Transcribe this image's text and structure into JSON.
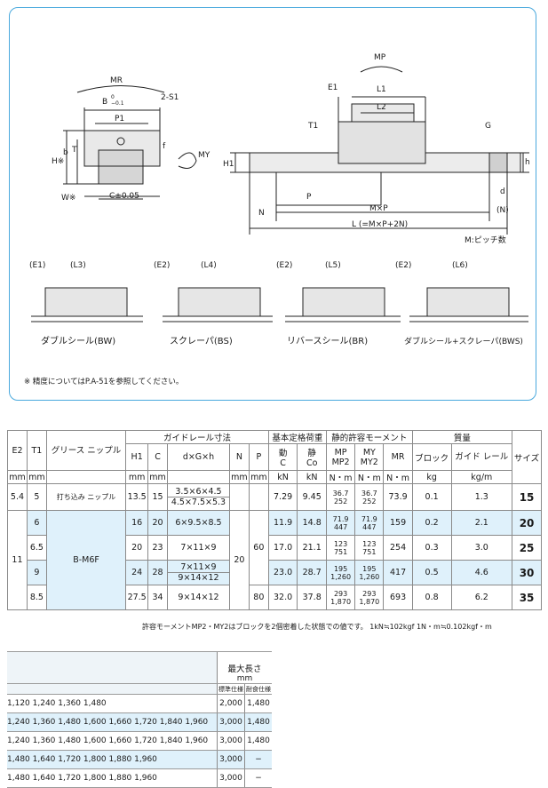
{
  "diagram": {
    "top_labels": {
      "mr": "MR",
      "b": "B",
      "b_tol_top": "0",
      "b_tol_bot": "−0.1",
      "s1": "2-S1",
      "p1": "P1",
      "t": "T",
      "h_star": "H※",
      "bsmall": "b",
      "f": "f",
      "my": "MY",
      "w_star": "W※",
      "c_tol": "C±0.05",
      "mp": "MP",
      "e1": "E1",
      "l1": "L1",
      "l2": "L2",
      "t1": "T1",
      "h1": "H1",
      "g": "G",
      "h": "h",
      "d": "d",
      "n": "N",
      "p": "P",
      "mxp": "M×P",
      "l_formula": "L (=M×P+2N)",
      "n_paren": "(N)",
      "m_pitch": "M:ピッチ数"
    },
    "variants": [
      {
        "e": "(E1)",
        "l": "(L3)",
        "name": "ダブルシール(BW)"
      },
      {
        "e": "(E2)",
        "l": "(L4)",
        "name": "スクレーパ(BS)"
      },
      {
        "e": "(E2)",
        "l": "(L5)",
        "name": "リバースシール(BR)"
      },
      {
        "e": "(E2)",
        "l": "(L6)",
        "name": "ダブルシール+スクレーパ(BWS)"
      }
    ],
    "note": "※ 精度についてはP.A-51を参照してください。"
  },
  "spec_table": {
    "group_rail": "ガイドレール寸法",
    "group_load": "基本定格荷重",
    "group_moment": "静的許容モーメント",
    "group_mass": "質量",
    "col_e2": "E2",
    "col_t1": "T1",
    "col_grease": "グリース ニップル",
    "col_h1": "H1",
    "col_c": "C",
    "col_dgh": "d×G×h",
    "col_n": "N",
    "col_p": "P",
    "col_dyn": "動",
    "col_dyn2": "C",
    "col_sta": "静",
    "col_sta2": "Co",
    "col_mp": "MP",
    "col_mp2": "MP2",
    "col_my": "MY",
    "col_my2": "MY2",
    "col_mr": "MR",
    "col_block": "ブロック",
    "col_rail": "ガイド レール",
    "col_size": "サイズ",
    "u_mm": "mm",
    "u_kn": "kN",
    "u_nm": "N・m",
    "u_kg": "kg",
    "u_kgm": "kg/m",
    "grease_1": "打ち込み ニップル",
    "grease_2": "B-M6F",
    "e2_1": "5.4",
    "e2_2": "11",
    "n_1": "20",
    "p_1": "60",
    "p_2": "80",
    "rows": [
      {
        "t1": "5",
        "h1": "13.5",
        "c": "15",
        "dgh": [
          "3.5×6×4.5",
          "4.5×7.5×5.3"
        ],
        "dyn": "7.29",
        "sta": "9.45",
        "mp": [
          "36.7",
          "252"
        ],
        "my": [
          "36.7",
          "252"
        ],
        "mr": "73.9",
        "block": "0.1",
        "rail": "1.3",
        "size": "15"
      },
      {
        "t1": "6",
        "h1": "16",
        "c": "20",
        "dgh": [
          "6×9.5×8.5"
        ],
        "dyn": "11.9",
        "sta": "14.8",
        "mp": [
          "71.9",
          "447"
        ],
        "my": [
          "71.9",
          "447"
        ],
        "mr": "159",
        "block": "0.2",
        "rail": "2.1",
        "size": "20"
      },
      {
        "t1": "6.5",
        "h1": "20",
        "c": "23",
        "dgh": [
          "7×11×9"
        ],
        "dyn": "17.0",
        "sta": "21.1",
        "mp": [
          "123",
          "751"
        ],
        "my": [
          "123",
          "751"
        ],
        "mr": "254",
        "block": "0.3",
        "rail": "3.0",
        "size": "25"
      },
      {
        "t1": "9",
        "h1": "24",
        "c": "28",
        "dgh": [
          "7×11×9",
          "9×14×12"
        ],
        "dyn": "23.0",
        "sta": "28.7",
        "mp": [
          "195",
          "1,260"
        ],
        "my": [
          "195",
          "1,260"
        ],
        "mr": "417",
        "block": "0.5",
        "rail": "4.6",
        "size": "30"
      },
      {
        "t1": "8.5",
        "h1": "27.5",
        "c": "34",
        "dgh": [
          "9×14×12"
        ],
        "dyn": "32.0",
        "sta": "37.8",
        "mp": [
          "293",
          "1,870"
        ],
        "my": [
          "293",
          "1,870"
        ],
        "mr": "693",
        "block": "0.8",
        "rail": "6.2",
        "size": "35"
      }
    ],
    "footnote": "許容モーメントMP2・MY2はブロックを2個密着した状態での値です。 1kN≒102kgf 1N・m≒0.102kgf・m"
  },
  "length_table": {
    "header": "最大長さ",
    "unit": "mm",
    "std": "標準仕様",
    "corr": "耐食仕様",
    "rows": [
      {
        "lengths": "1,120 1,240 1,360 1,480",
        "std": "2,000",
        "corr": "1,480"
      },
      {
        "lengths": "1,240 1,360 1,480 1,600 1,660 1,720 1,840 1,960",
        "std": "3,000",
        "corr": "1,480"
      },
      {
        "lengths": "1,240 1,360 1,480 1,600 1,660 1,720 1,840 1,960",
        "std": "3,000",
        "corr": "1,480"
      },
      {
        "lengths": "1,480 1,640 1,720 1,800 1,880 1,960",
        "std": "3,000",
        "corr": "−"
      },
      {
        "lengths": "1,480 1,640 1,720 1,800 1,880 1,960",
        "std": "3,000",
        "corr": "−"
      }
    ]
  }
}
